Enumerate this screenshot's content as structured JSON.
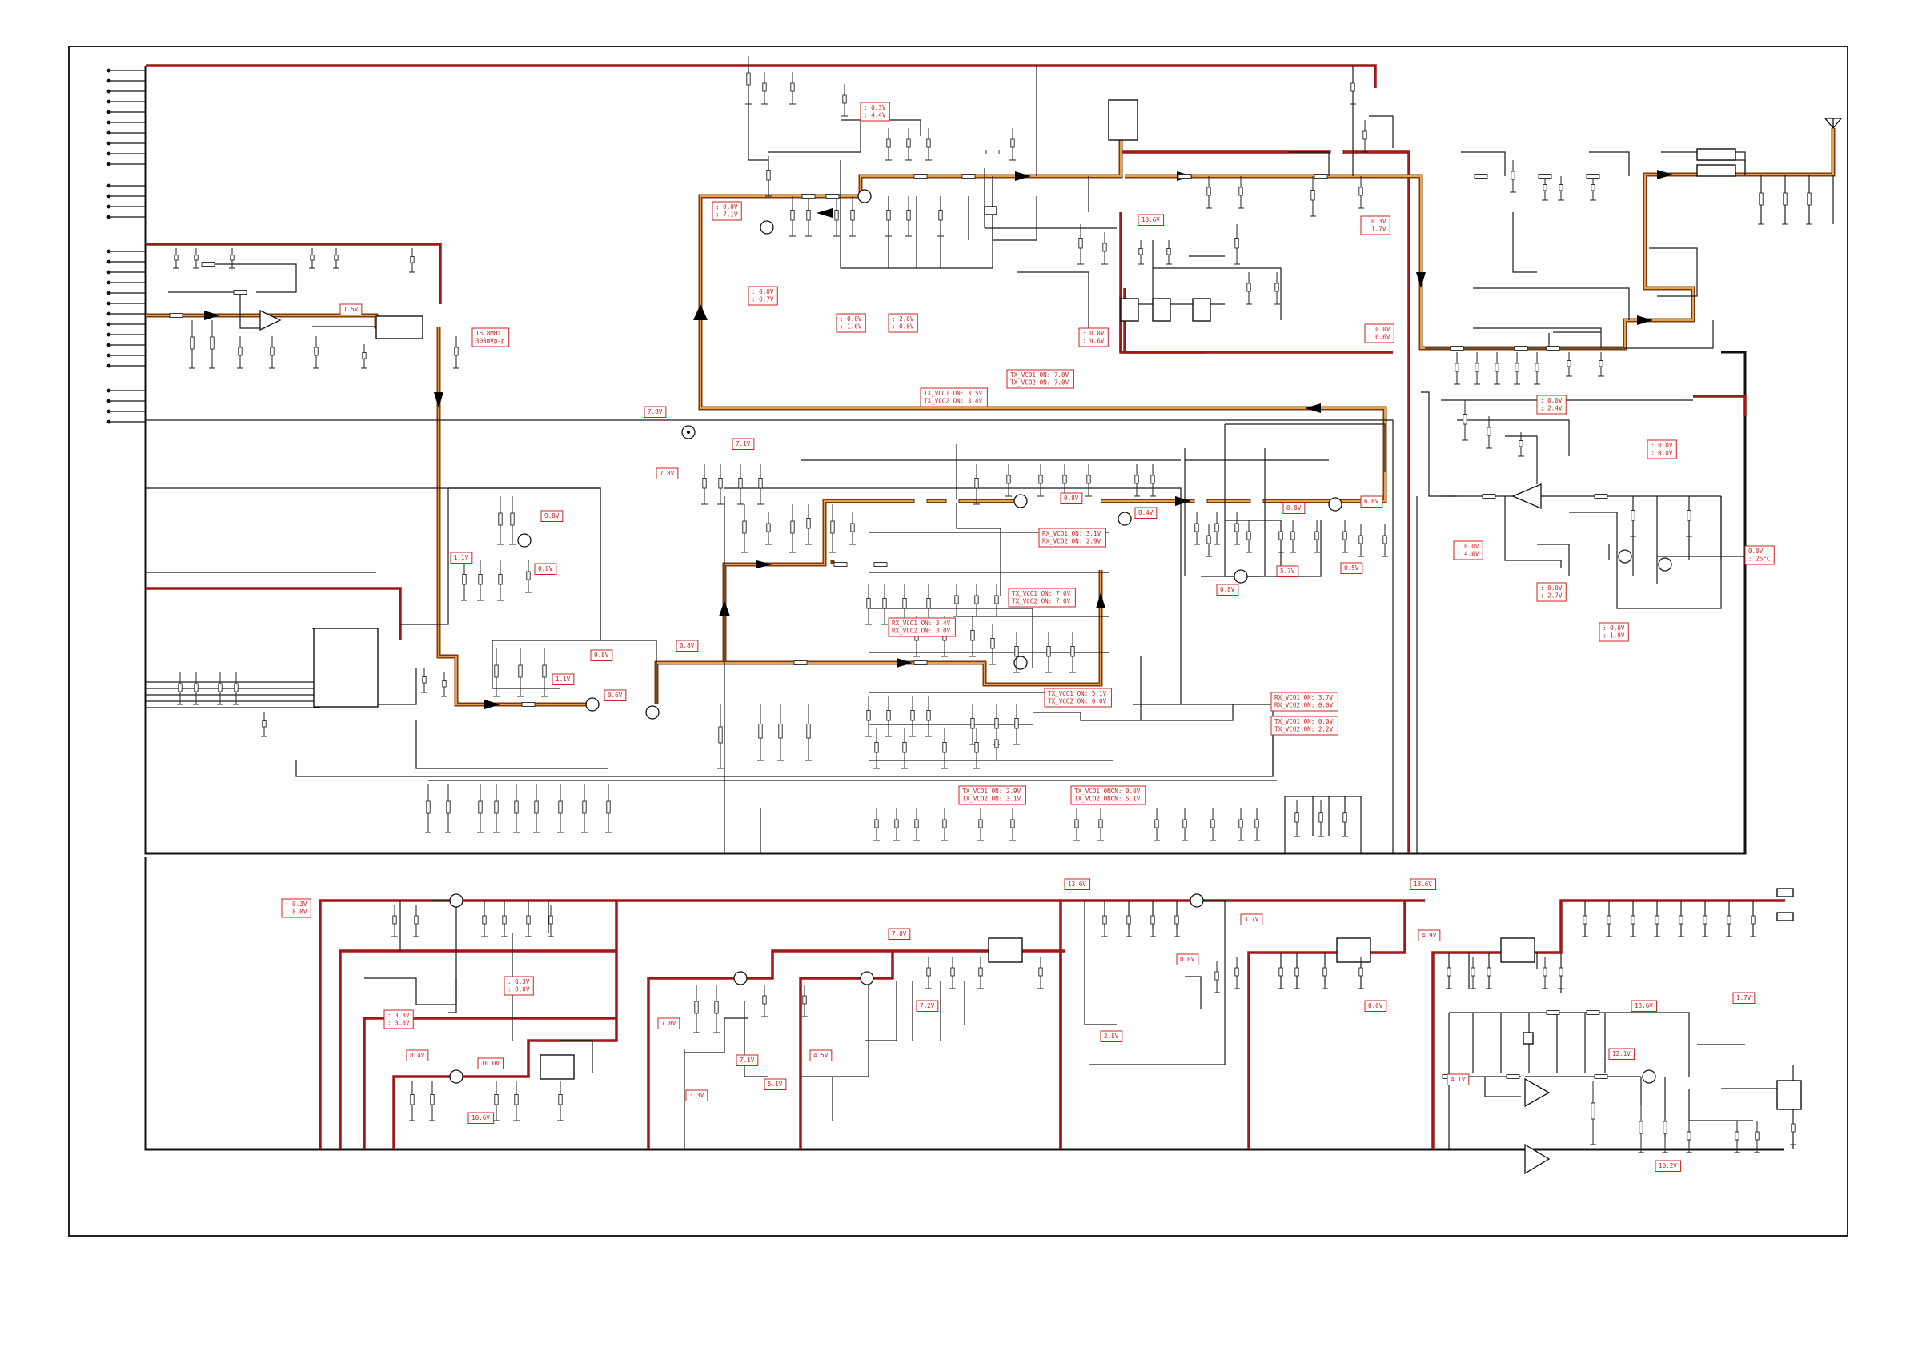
{
  "colors": {
    "paper": "#ffffff",
    "wire": "#1a1a1a",
    "power_rail": "#a01818",
    "signal_path": "#c87814",
    "label_border": "#cc2222",
    "label_text": "#cc2222"
  },
  "upper_labels": [
    {
      "id": "l_1_5v",
      "lines": [
        "1.5V"
      ]
    },
    {
      "id": "l_16_8mhz",
      "lines": [
        "16.8MHz",
        "300mVp-p"
      ]
    },
    {
      "id": "l_tx_0_3",
      "lines": [
        ": 0.3V",
        ": 4.4V"
      ]
    },
    {
      "id": "l_tx_0_0a",
      "lines": [
        ": 0.0V",
        ": 7.1V"
      ]
    },
    {
      "id": "l_0_0_0_7",
      "lines": [
        ": 0.0V",
        ": 0.7V"
      ]
    },
    {
      "id": "l_0_0_1_6",
      "lines": [
        ": 0.0V",
        ": 1.6V"
      ]
    },
    {
      "id": "l_2_0_0_0",
      "lines": [
        ": 2.0V",
        ": 0.0V"
      ]
    },
    {
      "id": "l_13_6v_top",
      "lines": [
        "13.6V"
      ]
    },
    {
      "id": "l_0_0_9_6",
      "lines": [
        ": 0.0V",
        ": 9.6V"
      ]
    },
    {
      "id": "l_0_3_1_7",
      "lines": [
        ": 0.3V",
        ": 1.7V"
      ]
    },
    {
      "id": "l_0_0_6_6",
      "lines": [
        ": 0.0V",
        ": 6.6V"
      ]
    },
    {
      "id": "l_7_8v_a",
      "lines": [
        "7.8V"
      ]
    },
    {
      "id": "l_7_8v_b",
      "lines": [
        "7.8V"
      ]
    },
    {
      "id": "l_7_1v_a",
      "lines": [
        "7.1V"
      ]
    },
    {
      "id": "l_tx_vco_3_5",
      "lines": [
        "TX_VCO1 ON: 3.5V",
        "TX_VCO2 ON: 3.4V"
      ]
    },
    {
      "id": "l_tx_vco_7_0",
      "lines": [
        "TX_VCO1 ON: 7.0V",
        "TX_VCO2 ON: 7.0V"
      ]
    },
    {
      "id": "l_9_8v",
      "lines": [
        "9.8V"
      ]
    },
    {
      "id": "l_1_1v_a",
      "lines": [
        "1.1V"
      ]
    },
    {
      "id": "l_0_8v_a",
      "lines": [
        "0.8V"
      ]
    },
    {
      "id": "l_0_8v_b",
      "lines": [
        "0.8V"
      ]
    },
    {
      "id": "l_8_4v",
      "lines": [
        "8.4V"
      ]
    },
    {
      "id": "l_rx_vco_3_1",
      "lines": [
        "RX_VCO1 ON: 3.1V",
        "RX_VCO2 ON: 2.9V"
      ]
    },
    {
      "id": "l_0_8v_c",
      "lines": [
        "0.8V"
      ]
    },
    {
      "id": "l_6_6v",
      "lines": [
        "6.6V"
      ]
    },
    {
      "id": "l_5_7v",
      "lines": [
        "5.7V"
      ]
    },
    {
      "id": "l_0_8v_d",
      "lines": [
        "0.8V"
      ]
    },
    {
      "id": "l_0_5v",
      "lines": [
        "0.5V"
      ]
    },
    {
      "id": "l_tx_vco_7_0b",
      "lines": [
        "TX_VCO1 ON: 7.0V",
        "TX_VCO2 ON: 7.0V"
      ]
    },
    {
      "id": "l_rx_vco_3_4",
      "lines": [
        "RX_VCO1 ON: 3.4V",
        "RX_VCO2 ON: 3.0V"
      ]
    },
    {
      "id": "l_0_8v_e",
      "lines": [
        "0.8V"
      ]
    },
    {
      "id": "l_9_8v_b",
      "lines": [
        "9.8V"
      ]
    },
    {
      "id": "l_1_1v_b",
      "lines": [
        "1.1V"
      ]
    },
    {
      "id": "l_0_6v",
      "lines": [
        "0.6V"
      ]
    },
    {
      "id": "l_tx_vco_5_1",
      "lines": [
        "TX_VCO1 ON: 5.1V",
        "TX_VCO2 ON: 0.0V"
      ]
    },
    {
      "id": "l_rx_vco_3_7",
      "lines": [
        "RX_VCO1 ON: 3.7V",
        "RX_VCO2 ON: 0.0V"
      ]
    },
    {
      "id": "l_tx_vco_0_0",
      "lines": [
        "TX_VCO1 ON: 0.0V",
        "TX_VCO2 ON: 2.2V"
      ]
    },
    {
      "id": "l_tx_vco_2_9",
      "lines": [
        "TX_VCO1 ON: 2.9V",
        "TX_VCO2 ON: 3.1V"
      ]
    },
    {
      "id": "l_tx_vco_onoff",
      "lines": [
        "TX_VCO1 ONON: 0.0V",
        "TX_VCO2 ONON: 5.1V"
      ]
    },
    {
      "id": "l_0_0_2_4",
      "lines": [
        ": 0.0V",
        ": 2.4V"
      ]
    },
    {
      "id": "l_0_0_0_0",
      "lines": [
        ": 0.0V",
        ": 0.0V"
      ]
    },
    {
      "id": "l_0_0_4_0",
      "lines": [
        ": 0.0V",
        ": 4.0V"
      ]
    },
    {
      "id": "l_0_0_2_7",
      "lines": [
        ": 0.0V",
        ": 2.7V"
      ]
    },
    {
      "id": "l_0_0_1_9",
      "lines": [
        ": 0.0V",
        ": 1.9V"
      ]
    },
    {
      "id": "l_temp",
      "lines": [
        "0.0V",
        ": 25°C"
      ]
    }
  ],
  "lower_labels": [
    {
      "id": "p_0_3_8_0",
      "lines": [
        ": 0.3V",
        ": 8.0V"
      ]
    },
    {
      "id": "p_0_3_0_0",
      "lines": [
        ": 0.3V",
        ": 0.0V"
      ]
    },
    {
      "id": "p_3_3_3_3",
      "lines": [
        ": 3.3V",
        ": 3.3V"
      ]
    },
    {
      "id": "p_8_4v",
      "lines": [
        "8.4V"
      ]
    },
    {
      "id": "p_10_0v",
      "lines": [
        "10.0V"
      ]
    },
    {
      "id": "p_10_6v",
      "lines": [
        "10.6V"
      ]
    },
    {
      "id": "p_7_8v",
      "lines": [
        "7.8V"
      ]
    },
    {
      "id": "p_7_8v_b",
      "lines": [
        "7.8V"
      ]
    },
    {
      "id": "p_7_2v",
      "lines": [
        "7.2V"
      ]
    },
    {
      "id": "p_7_1v",
      "lines": [
        "7.1V"
      ]
    },
    {
      "id": "p_4_5v",
      "lines": [
        "4.5V"
      ]
    },
    {
      "id": "p_5_1v",
      "lines": [
        "5.1V"
      ]
    },
    {
      "id": "p_3_3v",
      "lines": [
        "3.3V"
      ]
    },
    {
      "id": "p_13_6v_a",
      "lines": [
        "13.6V"
      ]
    },
    {
      "id": "p_3_7v",
      "lines": [
        "3.7V"
      ]
    },
    {
      "id": "p_0_0v",
      "lines": [
        "0.0V"
      ]
    },
    {
      "id": "p_2_8v",
      "lines": [
        "2.8V"
      ]
    },
    {
      "id": "p_13_6v_b",
      "lines": [
        "13.6V"
      ]
    },
    {
      "id": "p_4_9v",
      "lines": [
        "4.9V"
      ]
    },
    {
      "id": "p_8_0v",
      "lines": [
        "8.0V"
      ]
    },
    {
      "id": "p_13_6v_c",
      "lines": [
        "13.6V"
      ]
    },
    {
      "id": "p_1_7v",
      "lines": [
        "1.7V"
      ]
    },
    {
      "id": "p_12_1v",
      "lines": [
        "12.1V"
      ]
    },
    {
      "id": "p_4_1v",
      "lines": [
        "4.1V"
      ]
    },
    {
      "id": "p_10_2v",
      "lines": [
        "10.2V"
      ]
    }
  ]
}
